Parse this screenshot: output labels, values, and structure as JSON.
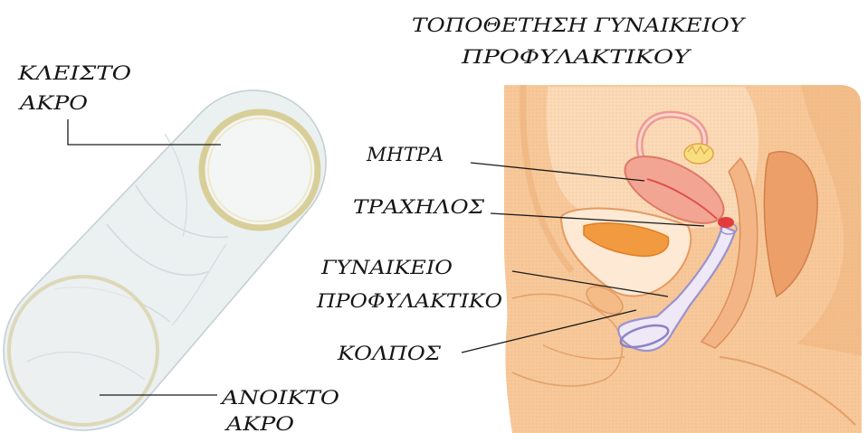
{
  "title": {
    "line1": "ΤΟΠΟΘΕΤΗΣΗ ΓΥΝΑΙΚΕΙΟΥ",
    "line2": "ΠΡΟΦΥΛΑΚΤΙΚΟΥ"
  },
  "condom_labels": {
    "closed_end": {
      "line1": "ΚΛΕΙΣΤΟ",
      "line2": "ΑΚΡΟ"
    },
    "open_end": {
      "line1": "ΑΝΟΙΚΤΟ",
      "line2": "ΑΚΡΟ"
    }
  },
  "anatomy_labels": {
    "uterus": "ΜΗΤΡΑ",
    "cervix": "ΤΡΑΧΗΛΟΣ",
    "female_condom": {
      "line1": "ΓΥΝΑΙΚΕΙΟ",
      "line2": "ΠΡΟΦΥΛΑΚΤΙΚΟ"
    },
    "vagina": "ΚΟΛΠΟΣ"
  },
  "colors": {
    "skin": "#f7c899",
    "cavity": "#fbdab8",
    "uterus": "#f3a593",
    "cervix": "#e23c3c",
    "ovary": "#f7df80",
    "bladder_content": "#f29a40",
    "condom_sleeve": "#eee8f7",
    "condom_film": "#e9eef0",
    "condom_ring": "#d8cf98"
  }
}
